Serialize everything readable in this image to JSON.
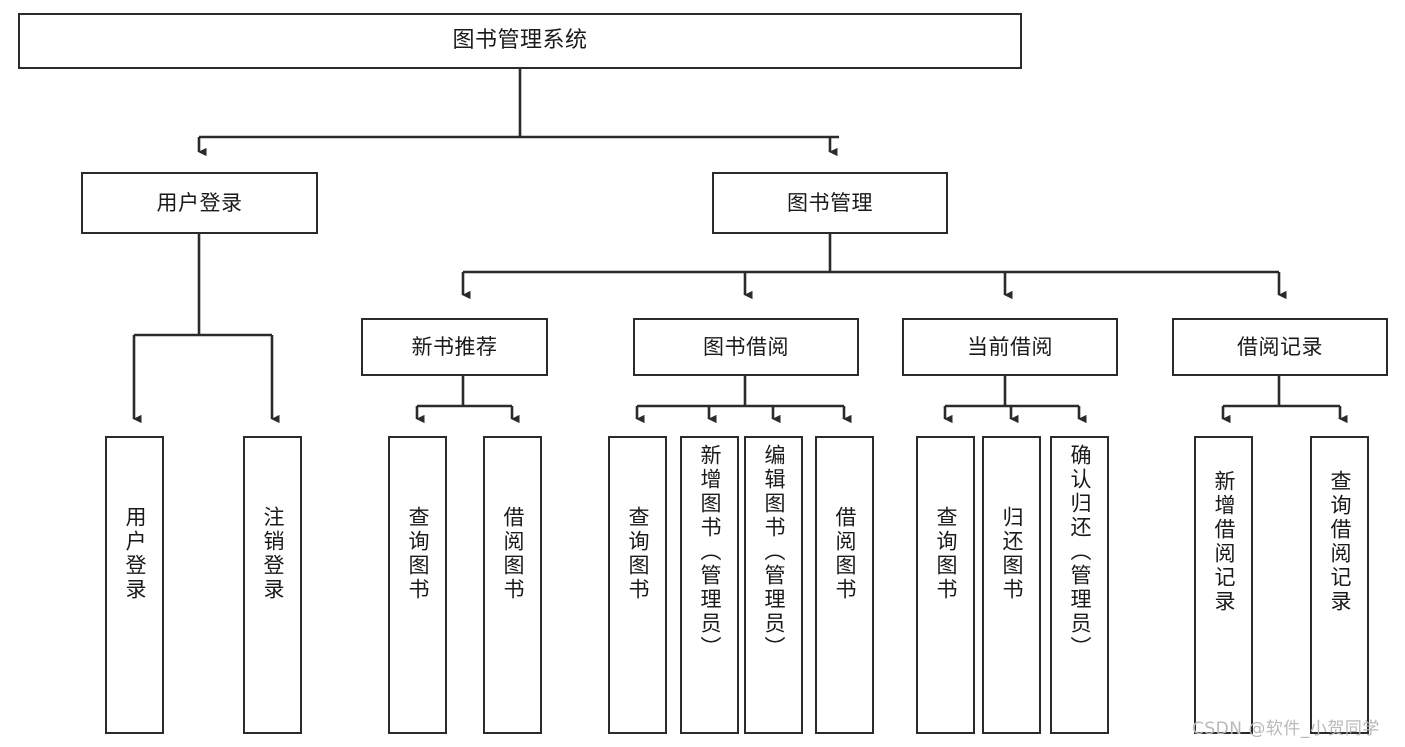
{
  "diagram": {
    "title": "图书管理系统",
    "type": "hierarchy-tree",
    "stroke_color": "#2b2b2b",
    "fill_color": "#ffffff",
    "text_color": "#1a1a1a"
  },
  "nodes": {
    "root": {
      "label": "图书管理系统",
      "level": 1
    },
    "l2": [
      {
        "label": "用户登录",
        "level": 2
      },
      {
        "label": "图书管理",
        "level": 2
      }
    ],
    "l3": [
      {
        "label": "新书推荐",
        "level": 3
      },
      {
        "label": "图书借阅",
        "level": 3
      },
      {
        "label": "当前借阅",
        "level": 3
      },
      {
        "label": "借阅记录",
        "level": 3
      }
    ],
    "leaves": {
      "user_login": [
        {
          "label": "用户登录"
        },
        {
          "label": "注销登录"
        }
      ],
      "new_book_recommend": [
        {
          "label": "查询图书"
        },
        {
          "label": "借阅图书"
        }
      ],
      "book_borrow": [
        {
          "label": "查询图书"
        },
        {
          "label": "新增图书（管理员）"
        },
        {
          "label": "编辑图书（管理员）"
        },
        {
          "label": "借阅图书"
        }
      ],
      "current_borrow": [
        {
          "label": "查询图书"
        },
        {
          "label": "归还图书"
        },
        {
          "label": "确认归还（管理员）"
        }
      ],
      "borrow_record": [
        {
          "label": "新增借阅记录"
        },
        {
          "label": "查询借阅记录"
        }
      ]
    }
  },
  "watermark": {
    "text": "CSDN @软件_小贺同学"
  }
}
